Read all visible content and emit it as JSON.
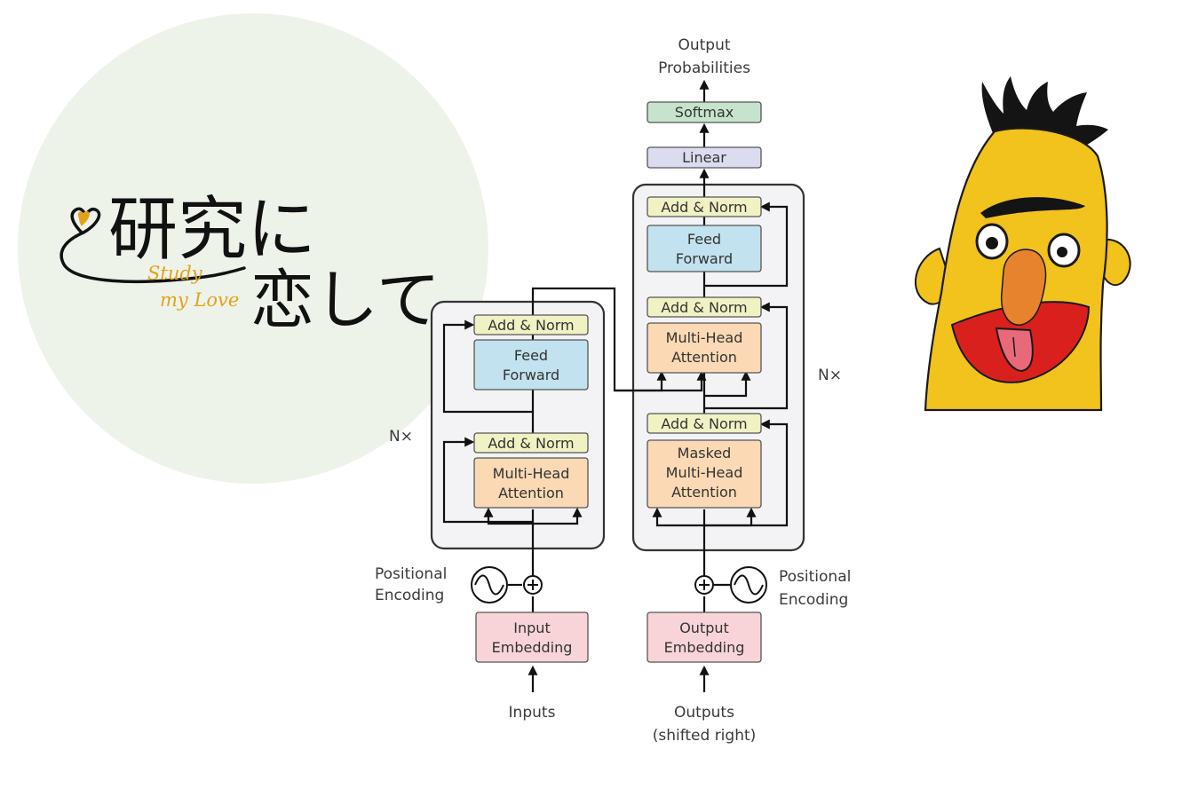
{
  "logo": {
    "jp_line1": "研究に",
    "jp_line2": "恋して",
    "en_line1": "Study",
    "en_line2": "my Love",
    "circle_color": "#eef3ea",
    "accent_color": "#e3a21a"
  },
  "diagram": {
    "encoder": {
      "repeat_label": "N×",
      "add_norm_top": "Add & Norm",
      "feed_forward": [
        "Feed",
        "Forward"
      ],
      "add_norm_bottom": "Add & Norm",
      "attention": [
        "Multi-Head",
        "Attention"
      ],
      "positional_encoding": [
        "Positional",
        "Encoding"
      ],
      "embedding": [
        "Input",
        "Embedding"
      ],
      "inputs": "Inputs"
    },
    "decoder": {
      "repeat_label": "N×",
      "add_norm_top": "Add & Norm",
      "feed_forward": [
        "Feed",
        "Forward"
      ],
      "add_norm_middle": "Add & Norm",
      "attention": [
        "Multi-Head",
        "Attention"
      ],
      "add_norm_bottom": "Add & Norm",
      "masked_attention": [
        "Masked",
        "Multi-Head",
        "Attention"
      ],
      "positional_encoding": [
        "Positional",
        "Encoding"
      ],
      "embedding": [
        "Output",
        "Embedding"
      ],
      "outputs": [
        "Outputs",
        "(shifted right)"
      ]
    },
    "linear": "Linear",
    "softmax": "Softmax",
    "output_probabilities": [
      "Output",
      "Probabilities"
    ],
    "colors": {
      "add_norm": "#f0f2c4",
      "feed_forward": "#c1e2ee",
      "attention": "#fbd9b4",
      "embedding": "#f8d4d8",
      "linear": "#dcdcf0",
      "softmax": "#c6e4cd"
    }
  },
  "character": {
    "name_icon": "cartoon-yellow-face-icon",
    "skin_color": "#f2c21d",
    "nose_color": "#e8832d",
    "mouth_color": "#d9201c"
  }
}
